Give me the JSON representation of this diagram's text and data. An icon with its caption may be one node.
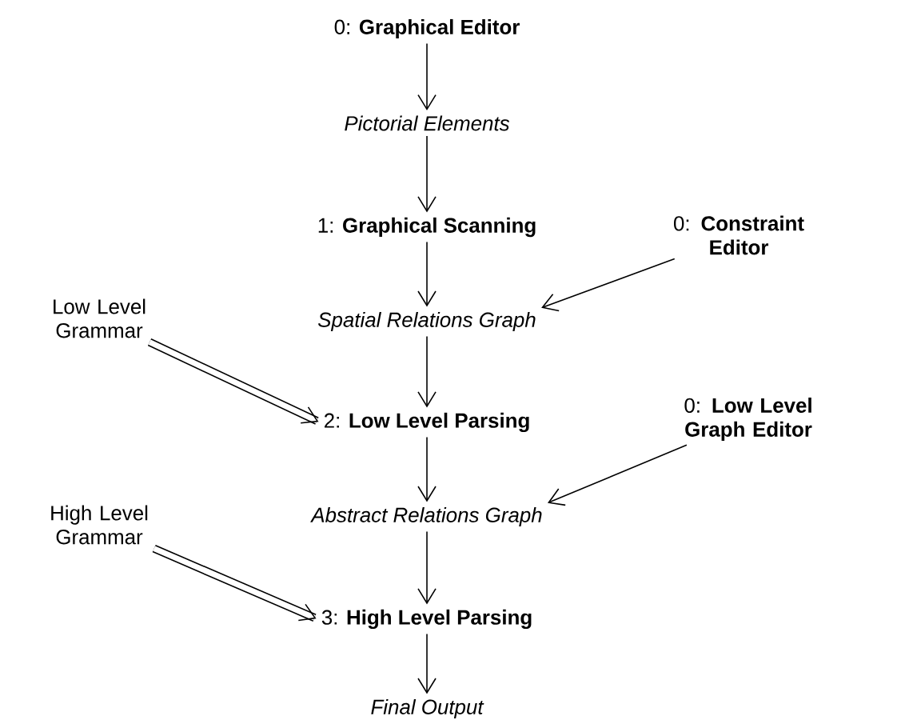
{
  "diagram": {
    "nodes": [
      {
        "text": [
          "0: **Graphical Editor**"
        ]
      },
      {
        "text": [
          "Pictorial Elements"
        ]
      },
      {
        "text": [
          "1: **Graphical Scanning**"
        ]
      },
      {
        "text": [
          "0: **Constraint Editor**"
        ]
      },
      {
        "text": [
          "Spatial Relations Graph"
        ]
      },
      {
        "text": [
          "Low Level Grammar"
        ]
      },
      {
        "text": [
          "2: **Low Level Parsing**"
        ]
      },
      {
        "text": [
          "0: **Low Level Graph Editor**"
        ]
      },
      {
        "text": [
          "Abstract Relations Graph"
        ]
      },
      {
        "text": [
          "High Level Grammar"
        ]
      },
      {
        "text": [
          "3: **High Level Parsing**"
        ]
      },
      {
        "text": [
          "Final Output"
        ]
      }
    ],
    "edges": [
      {
        "from": 0,
        "to": 1,
        "arrow": "to"
      },
      {
        "from": 1,
        "to": 2,
        "arrow": "to"
      },
      {
        "from": 2,
        "to": 4,
        "arrow": "to"
      },
      {
        "from": 3,
        "to": 4,
        "arrow": "to"
      },
      {
        "from": 4,
        "to": 6,
        "arrow": "to"
      },
      {
        "from": 5,
        "to": 6,
        "arrow": "to",
        "style": "thick"
      },
      {
        "from": 6,
        "to": 8,
        "arrow": "to"
      },
      {
        "from": 7,
        "to": 8,
        "arrow": "to"
      },
      {
        "from": 8,
        "to": 10,
        "arrow": "to"
      },
      {
        "from": 9,
        "to": 10,
        "arrow": "to",
        "style": "thick"
      },
      {
        "from": 10,
        "to": 11,
        "arrow": "to"
      }
    ]
  }
}
